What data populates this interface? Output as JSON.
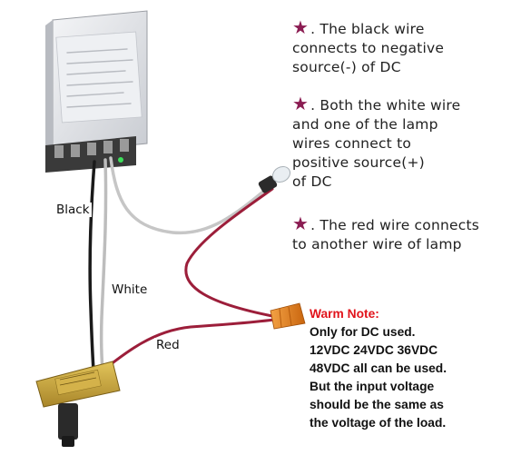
{
  "notes": [
    {
      "star": "★",
      "lines": [
        ". The black wire",
        "connects to negative",
        "source(-) of DC"
      ]
    },
    {
      "star": "★",
      "lines": [
        ". Both the white wire",
        "and one of the lamp",
        "wires connect to",
        "positive source(+)",
        "of DC"
      ]
    },
    {
      "star": "★",
      "lines": [
        ". The red wire connects",
        "to another wire of lamp"
      ]
    }
  ],
  "wire_labels": {
    "black": "Black",
    "white": "White",
    "red": "Red"
  },
  "warm_note": {
    "title": "Warm Note:",
    "lines": [
      "Only for DC used.",
      "12VDC 24VDC 36VDC",
      "48VDC all can be used.",
      "But the input voltage",
      "should be the same as",
      "the voltage of the load."
    ]
  },
  "colors": {
    "star": "#8b1c52",
    "warm_title": "#e1141c",
    "red_wire": "#9c1e3a",
    "black_wire": "#1a1a1a",
    "white_wire": "#bdbdbd",
    "switch_body": "#c9a43a",
    "wire_nut": "#e07a1c"
  }
}
